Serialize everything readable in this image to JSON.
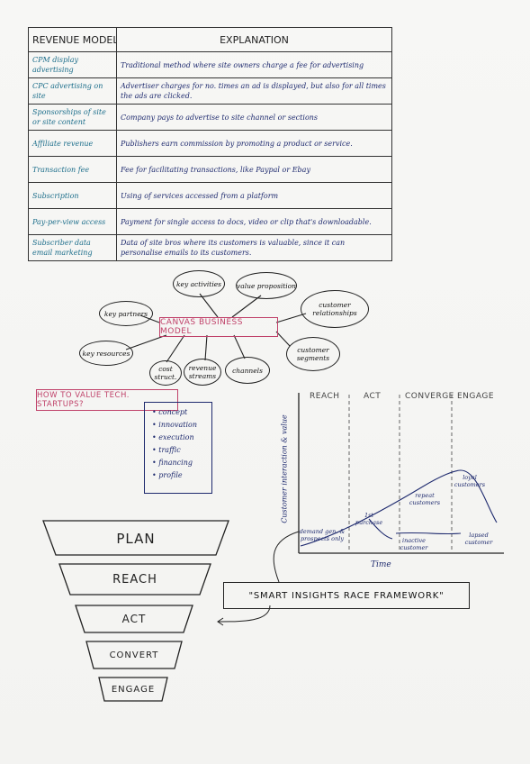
{
  "table": {
    "header": {
      "model": "REVENUE MODEL",
      "explanation": "EXPLANATION"
    },
    "rows": [
      {
        "model": "CPM display advertising",
        "explanation": "Traditional method where site owners charge a fee for advertising"
      },
      {
        "model": "CPC advertising on site",
        "explanation": "Advertiser charges for no. times an ad is displayed, but also for all times the ads are clicked."
      },
      {
        "model": "Sponsorships of site or site content",
        "explanation": "Company pays to advertise to site channel or sections"
      },
      {
        "model": "Affiliate revenue",
        "explanation": "Publishers earn commission by promoting a product or service."
      },
      {
        "model": "Transaction fee",
        "explanation": "Fee for facilitating transactions, like Paypal or Ebay"
      },
      {
        "model": "Subscription",
        "explanation": "Using of services accessed from a platform"
      },
      {
        "model": "Pay-per-view access",
        "explanation": "Payment for single access to docs, video or clip that's downloadable."
      },
      {
        "model": "Subscriber data email marketing",
        "explanation": "Data of site bros where its customers is valuable, since it can personalise emails to its customers."
      }
    ]
  },
  "canvas": {
    "title": "CANVAS BUSINESS MODEL",
    "nodes": {
      "key_activities": "key activities",
      "value_proposition": "value proposition",
      "customer_relationships": "customer relationships",
      "key_partners": "key partners",
      "key_resources": "key resources",
      "cost_structure": "cost struct.",
      "revenue_streams": "revenue streams",
      "channels": "channels",
      "customer_segments": "customer segments"
    }
  },
  "valuation": {
    "title": "HOW TO VALUE TECH. STARTUPS?",
    "items": [
      "concept",
      "innovation",
      "execution",
      "traffic",
      "financing",
      "profile"
    ]
  },
  "funnel": {
    "stages": [
      "PLAN",
      "REACH",
      "ACT",
      "CONVERT",
      "ENGAGE"
    ]
  },
  "framework_label": "\"SMART INSIGHTS RACE FRAMEWORK\"",
  "graph": {
    "stages": [
      "REACH",
      "ACT",
      "CONVERGE",
      "ENGAGE"
    ],
    "y_label": "Customer interaction & value",
    "x_label": "Time",
    "notes": {
      "demand": "demand gen. & prospects only",
      "first_purchase": "1st purchase",
      "repeat": "repeat customers",
      "loyal": "loyal customers",
      "inactive": "inactive customer",
      "lapsed": "lapsed customer"
    }
  },
  "colors": {
    "ink_blue": "#1e2a6e",
    "pink": "#c0426a",
    "teal": "#1b6d8a"
  }
}
